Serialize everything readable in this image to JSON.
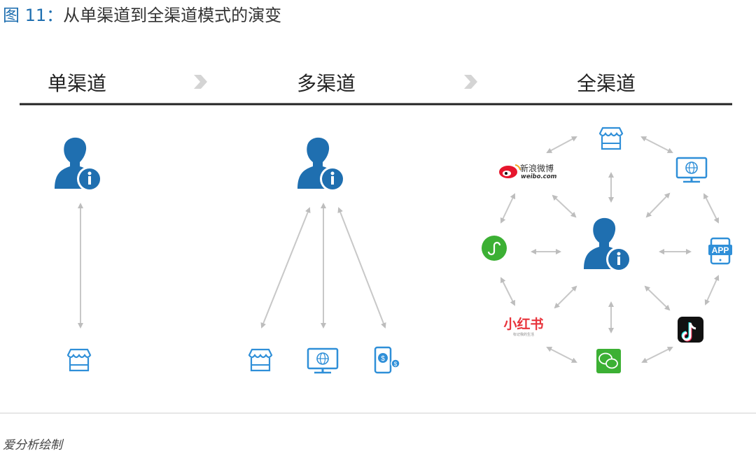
{
  "title": {
    "figure_label": "图 11：",
    "text": "从单渠道到全渠道模式的演变"
  },
  "columns": [
    {
      "label": "单渠道",
      "channels": [
        "store-icon"
      ]
    },
    {
      "label": "多渠道",
      "channels": [
        "store-icon",
        "web-monitor-icon",
        "mobile-payment-icon"
      ]
    },
    {
      "label": "全渠道",
      "channels": [
        "store-icon",
        "web-monitor-icon",
        "app-icon",
        "tiktok-icon",
        "wechat-icon",
        "xiaohongshu-icon",
        "mini-program-icon",
        "weibo-icon"
      ]
    }
  ],
  "logos": {
    "weibo_cn": "新浪微博",
    "weibo_en": "weibo.com",
    "xiaohongshu": "小红书",
    "xiaohongshu_sub": "标记我的生活",
    "app": "APP"
  },
  "footer": "爱分析绘制",
  "colors": {
    "accent": "#1f6fb0",
    "icon_blue": "#2f8fd8",
    "arrow": "#c8c8c8",
    "weibo_red": "#e6162d",
    "wechat_green": "#3cb034",
    "xhs_red": "#e8343c"
  }
}
